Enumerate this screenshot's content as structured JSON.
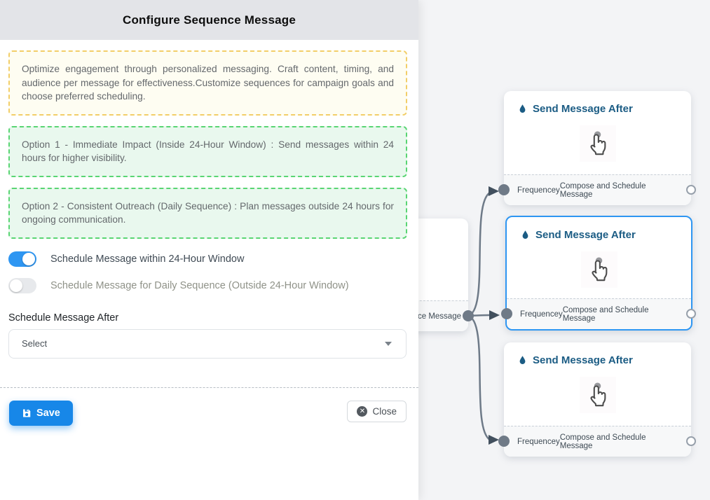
{
  "panel": {
    "title": "Configure Sequence Message",
    "info_note": "Optimize engagement through personalized messaging. Craft content, timing, and audience per message for effectiveness.Customize sequences for campaign goals and choose preferred scheduling.",
    "option1_note": "Option 1 - Immediate Impact (Inside 24-Hour Window) : Send messages within 24 hours for higher visibility.",
    "option2_note": "Option 2 - Consistent Outreach (Daily Sequence) : Plan messages outside 24 hours for ongoing communication.",
    "toggles": [
      {
        "label": "Schedule Message within 24-Hour Window",
        "state": "on"
      },
      {
        "label": "Schedule Message for Daily Sequence (Outside 24-Hour Window)",
        "state": "off"
      }
    ],
    "schedule_after": {
      "label": "Schedule Message After",
      "value": "Select"
    },
    "buttons": {
      "save": "Save",
      "close": "Close"
    }
  },
  "flow": {
    "partial_node": {
      "footer_label_visible": "ce Message"
    },
    "nodes": [
      {
        "title": "Send Message After",
        "left_handle_label": "Frequencey",
        "right_handle_label": "Compose and Schedule Message",
        "selected": false
      },
      {
        "title": "Send Message After",
        "left_handle_label": "Frequencey",
        "right_handle_label": "Compose and Schedule Message",
        "selected": true
      },
      {
        "title": "Send Message After",
        "left_handle_label": "Frequencey",
        "right_handle_label": "Compose and Schedule Message",
        "selected": false
      }
    ]
  },
  "icons": {
    "droplet": "water-drop",
    "tap_cursor": "hand-tap-pointer",
    "save": "floppy-disk",
    "close": "x-in-circle",
    "select_chevron": "chevron-down"
  },
  "colors": {
    "accent_blue": "#2e96f2",
    "save_blue": "#1787e8",
    "warning_border": "#f2ce68",
    "warning_bg": "#fefdf2",
    "success_border": "#59d573",
    "success_bg": "#e9f8ee",
    "node_title": "#1b5c84",
    "edge": "#6e7a88",
    "panel_header_bg": "#e3e4e8"
  }
}
